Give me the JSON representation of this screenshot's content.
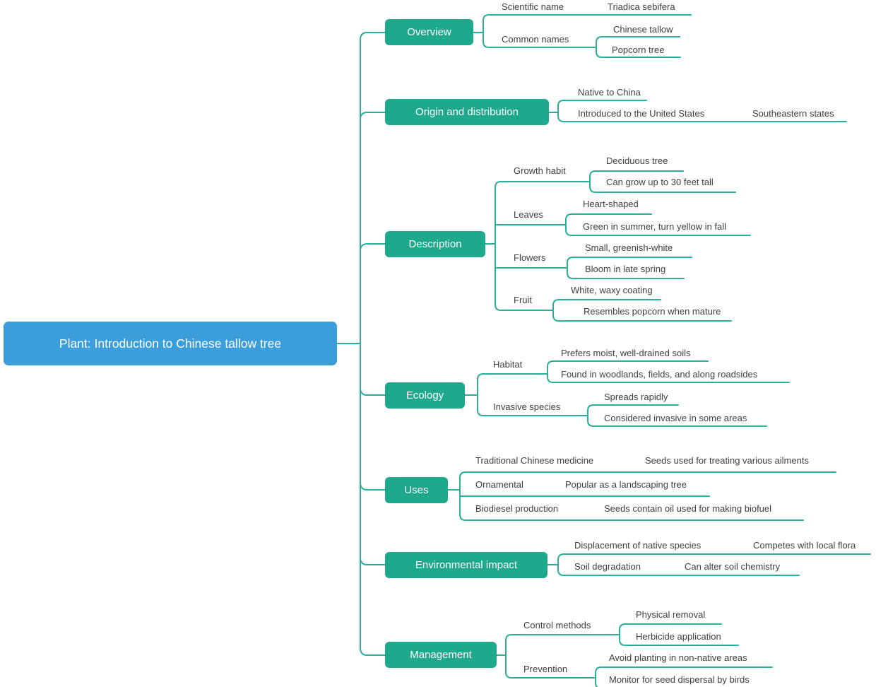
{
  "mindmap": {
    "colors": {
      "root_fill": "#3b9edb",
      "branch_fill": "#1ea98c",
      "line": "#28b099",
      "label_text": "#3f3f3f",
      "box_text": "#ffffff"
    },
    "root": {
      "label": "Plant: Introduction to Chinese tallow tree"
    },
    "branches": [
      {
        "label": "Overview",
        "children": [
          {
            "label": "Scientific name",
            "children": [
              {
                "label": "Triadica sebifera"
              }
            ]
          },
          {
            "label": "Common names",
            "children": [
              {
                "label": "Chinese tallow"
              },
              {
                "label": "Popcorn tree"
              }
            ]
          }
        ]
      },
      {
        "label": "Origin and distribution",
        "children": [
          {
            "label": "Native to China",
            "children": []
          },
          {
            "label": "Introduced to the United States",
            "children": [
              {
                "label": "Southeastern states"
              }
            ]
          }
        ]
      },
      {
        "label": "Description",
        "children": [
          {
            "label": "Growth habit",
            "children": [
              {
                "label": "Deciduous tree"
              },
              {
                "label": "Can grow up to 30 feet tall"
              }
            ]
          },
          {
            "label": "Leaves",
            "children": [
              {
                "label": "Heart-shaped"
              },
              {
                "label": "Green in summer, turn yellow in fall"
              }
            ]
          },
          {
            "label": "Flowers",
            "children": [
              {
                "label": "Small, greenish-white"
              },
              {
                "label": "Bloom in late spring"
              }
            ]
          },
          {
            "label": "Fruit",
            "children": [
              {
                "label": "White, waxy coating"
              },
              {
                "label": "Resembles popcorn when mature"
              }
            ]
          }
        ]
      },
      {
        "label": "Ecology",
        "children": [
          {
            "label": "Habitat",
            "children": [
              {
                "label": "Prefers moist, well-drained soils"
              },
              {
                "label": "Found in woodlands, fields, and along roadsides"
              }
            ]
          },
          {
            "label": "Invasive species",
            "children": [
              {
                "label": "Spreads rapidly"
              },
              {
                "label": "Considered invasive in some areas"
              }
            ]
          }
        ]
      },
      {
        "label": "Uses",
        "children": [
          {
            "label": "Traditional Chinese medicine",
            "children": [
              {
                "label": "Seeds used for treating various ailments"
              }
            ]
          },
          {
            "label": "Ornamental",
            "children": [
              {
                "label": "Popular as a landscaping tree"
              }
            ]
          },
          {
            "label": "Biodiesel production",
            "children": [
              {
                "label": "Seeds contain oil used for making biofuel"
              }
            ]
          }
        ]
      },
      {
        "label": "Environmental impact",
        "children": [
          {
            "label": "Displacement of native species",
            "children": [
              {
                "label": "Competes with local flora"
              }
            ]
          },
          {
            "label": "Soil degradation",
            "children": [
              {
                "label": "Can alter soil chemistry"
              }
            ]
          }
        ]
      },
      {
        "label": "Management",
        "children": [
          {
            "label": "Control methods",
            "children": [
              {
                "label": "Physical removal"
              },
              {
                "label": "Herbicide application"
              }
            ]
          },
          {
            "label": "Prevention",
            "children": [
              {
                "label": "Avoid planting in non-native areas"
              },
              {
                "label": "Monitor for seed dispersal by birds"
              }
            ]
          }
        ]
      }
    ]
  }
}
